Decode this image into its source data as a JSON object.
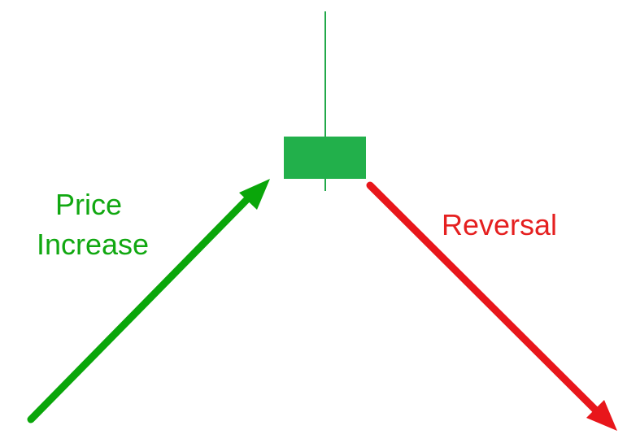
{
  "labels": {
    "price": "Price",
    "increase": "Increase",
    "reversal": "Reversal"
  },
  "colors": {
    "up_arrow": "#0aa60a",
    "down_arrow": "#e8161b",
    "candle_body": "#22b04b",
    "candle_wick": "#22a84a",
    "up_text": "#11a811",
    "down_text": "#e52020"
  },
  "icons": {
    "up_arrow": "arrow-up-right-icon",
    "down_arrow": "arrow-down-right-icon",
    "candle": "candlestick-icon"
  }
}
